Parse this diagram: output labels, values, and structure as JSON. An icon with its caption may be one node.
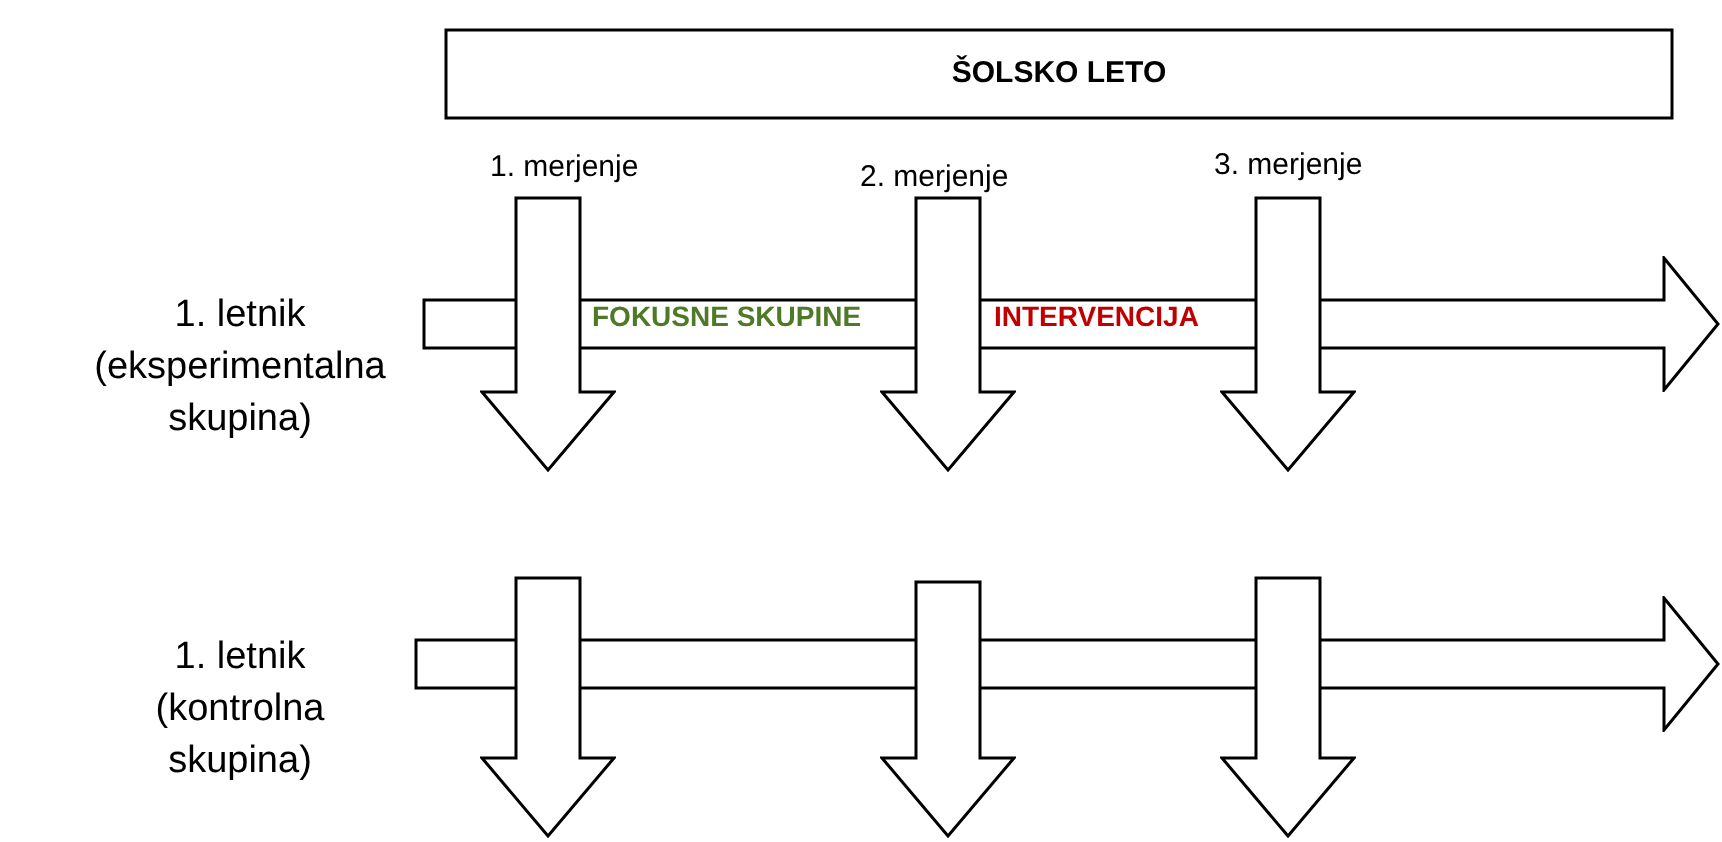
{
  "diagram": {
    "nodes": [
      {
        "text": [
          "ŠOLSKO LETO"
        ]
      },
      {
        "text": [
          "FOKUSNE SKUPINE",
          "INTERVENCIJA"
        ]
      },
      {
        "text": [],
        "shape": "arrow"
      },
      {
        "text": [],
        "shape": "arrow"
      },
      {
        "text": [],
        "shape": "arrow"
      },
      {
        "text": [],
        "shape": "arrow"
      },
      {
        "text": [],
        "shape": "arrow"
      },
      {
        "text": [],
        "shape": "arrow"
      },
      {
        "text": [],
        "shape": "arrow"
      }
    ],
    "edges": [],
    "labels": [
      "1. merjenje",
      "2. merjenje",
      "3. merjenje",
      "1. letnik (eksperimentalna skupina)",
      "1. letnik (kontrolna skupina)"
    ]
  }
}
